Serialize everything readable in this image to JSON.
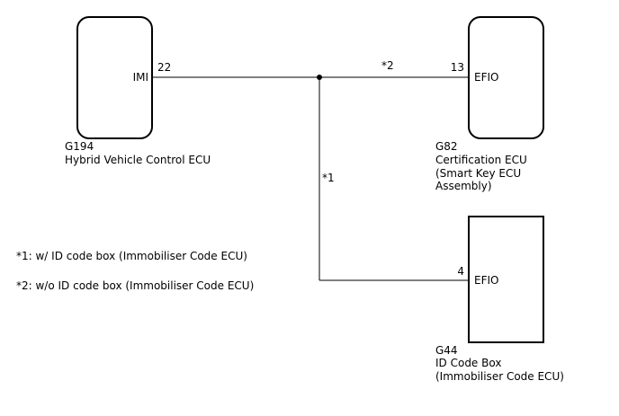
{
  "diagram": {
    "hv_ecu": {
      "pin_name": "IMI",
      "pin_number": "22",
      "code": "G194",
      "name": "Hybrid Vehicle Control ECU"
    },
    "cert_ecu": {
      "pin_name": "EFIO",
      "pin_number": "13",
      "wire_label": "*2",
      "code": "G82",
      "name": "Certification ECU\n(Smart Key ECU\nAssembly)"
    },
    "id_code_box": {
      "pin_name": "EFIO",
      "pin_number": "4",
      "wire_label": "*1",
      "code": "G44",
      "name": "ID Code Box\n(Immobiliser Code ECU)"
    },
    "notes": [
      "*1: w/ ID code box (Immobiliser Code ECU)",
      "*2: w/o ID code box (Immobiliser Code ECU)"
    ]
  }
}
